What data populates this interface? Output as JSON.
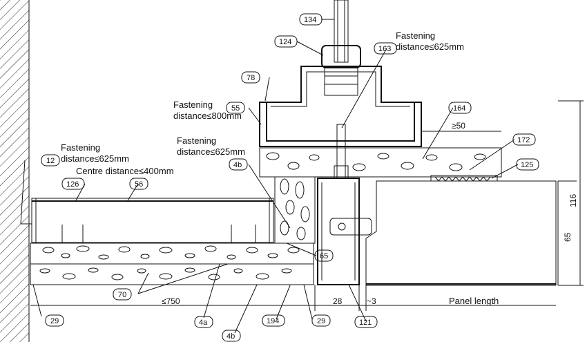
{
  "labels": {
    "fastening_625_top_a": "Fastening",
    "fastening_625_top_b": "distance≤625mm",
    "fastening_800_a": "Fastening",
    "fastening_800_b": "distance≤800mm",
    "fastening_625_mid_a": "Fastening",
    "fastening_625_mid_b": "distance≤625mm",
    "fastening_625_left_a": "Fastening",
    "fastening_625_left_b": "distance≤625mm",
    "centre_distance": "Centre distance≤400mm"
  },
  "tags": {
    "t134": "134",
    "t124": "124",
    "t163": "163",
    "t78": "78",
    "t55": "55",
    "t164": "164",
    "t172": "172",
    "t125": "125",
    "t12": "12",
    "t126": "126",
    "t56": "56",
    "t4b_top": "4b",
    "t65": "65",
    "t70": "70",
    "t29_left": "29",
    "t4a": "4a",
    "t4b_bottom": "4b",
    "t194": "194",
    "t29_right": "29",
    "t121": "121"
  },
  "dimensions": {
    "d50": "≥50",
    "d750": "≤750",
    "d28": "28",
    "d3": "~3",
    "panel_length": "Panel length",
    "d116": "116",
    "d65": "65"
  }
}
